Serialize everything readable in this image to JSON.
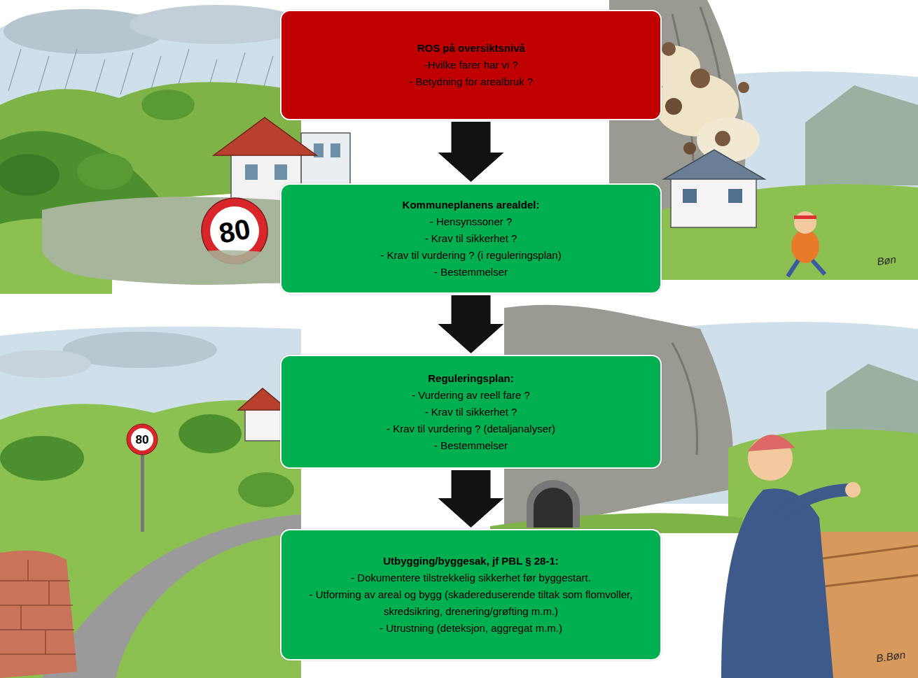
{
  "diagram": {
    "nodes": [
      {
        "text": [
          "ROS på oversiktsnivå",
          "-Hvilke farer har vi ?",
          "- Betydning for arealbruk ?"
        ]
      },
      {
        "text": [
          "Kommuneplanens arealdel:",
          "- Hensynssoner ?",
          "- Krav til sikkerhet ?",
          "- Krav til vurdering ? (i reguleringsplan)",
          "- Bestemmelser"
        ]
      },
      {
        "text": [
          "Reguleringsplan:",
          "- Vurdering av reell fare ?",
          "- Krav til sikkerhet ?",
          "- Krav til vurdering ? (detaljanalyser)",
          "- Bestemmelser"
        ]
      },
      {
        "text": [
          "Utbygging/byggesak, jf PBL § 28-1:",
          "- Dokumentere tilstrekkelig sikkerhet før byggestart.",
          "- Utforming av areal og bygg (skadereduserende tiltak som flomvoller, skredsikring, drenering/grøfting m.m.)",
          "- Utrustning (deteksjon, aggregat m.m.)"
        ]
      }
    ],
    "edges": [
      {
        "from": 0,
        "to": 1,
        "arrow": "to"
      },
      {
        "from": 1,
        "to": 2,
        "arrow": "to"
      },
      {
        "from": 2,
        "to": 3,
        "arrow": "to"
      }
    ],
    "labels": [
      "80",
      "80",
      "Bøn",
      "B.Bøn"
    ]
  }
}
